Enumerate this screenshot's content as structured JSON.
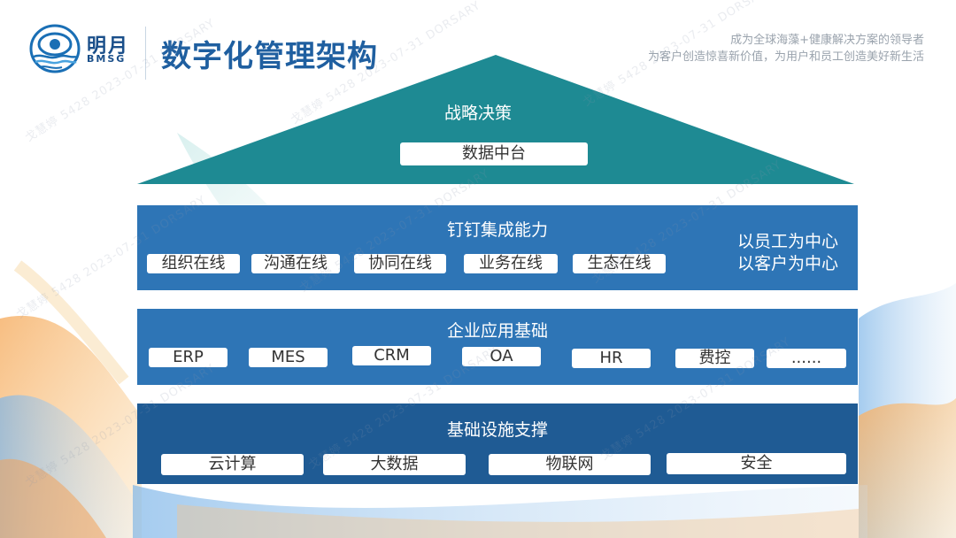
{
  "brand": {
    "name_cn": "明月",
    "name_en": "BMSG"
  },
  "title": "数字化管理架构",
  "slogan": {
    "line1": "成为全球海藻+健康解决方案的领导者",
    "line2": "为客户创造惊喜新价值，为用户和员工创造美好新生活"
  },
  "roof": {
    "title": "战略决策",
    "box": "数据中台"
  },
  "layer1": {
    "title": "钉钉集成能力",
    "items": [
      "组织在线",
      "沟通在线",
      "协同在线",
      "业务在线",
      "生态在线"
    ],
    "side_note": {
      "line1": "以员工为中心",
      "line2": "以客户为中心"
    }
  },
  "layer2": {
    "title": "企业应用基础",
    "items": [
      "ERP",
      "MES",
      "CRM",
      "OA",
      "HR",
      "费控",
      "......"
    ]
  },
  "layer3": {
    "title": "基础设施支撑",
    "items": [
      "云计算",
      "大数据",
      "物联网",
      "安全"
    ]
  },
  "watermark": "戈慧婷 5428 2023-07-31 DORSARY",
  "colors": {
    "roof": "#1e8a93",
    "band_blue": "#2e75b6",
    "band_dark": "#1f5b94",
    "title": "#1f5fa0"
  }
}
